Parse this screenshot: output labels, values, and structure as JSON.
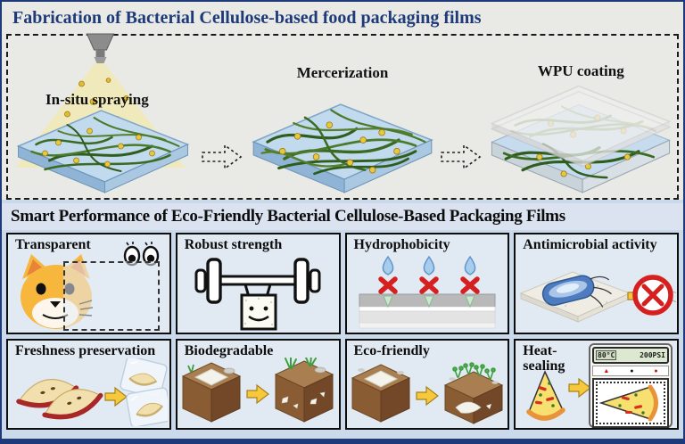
{
  "fabrication": {
    "title": "Fabrication of Bacterial Cellulose-based food packaging films",
    "steps": [
      {
        "label": "In-situ spraying"
      },
      {
        "label": "Mercerization"
      },
      {
        "label": "WPU coating"
      }
    ]
  },
  "performance": {
    "title": "Smart Performance of Eco-Friendly Bacterial Cellulose-Based Packaging Films",
    "panels": [
      {
        "title": "Transparent"
      },
      {
        "title": "Robust strength"
      },
      {
        "title": "Hydrophobicity"
      },
      {
        "title": "Antimicrobial activity"
      },
      {
        "title": "Freshness preservation"
      },
      {
        "title": "Biodegradable"
      },
      {
        "title": "Eco-friendly"
      },
      {
        "title": "Heat-sealing",
        "display": {
          "temperature": "80°C",
          "pressure": "200PSI"
        }
      }
    ]
  },
  "colors": {
    "accent_navy": "#1e3a78",
    "top_section_bg": "#e9e9e6",
    "page_bg": "#cbdaeb",
    "panel_bg": "#e1e9f3",
    "arrow_yellow": "#f6c93c",
    "alert_red": "#d61f1f",
    "fiber_green": "#3a6b22",
    "tray_blue": "#c2daee"
  }
}
